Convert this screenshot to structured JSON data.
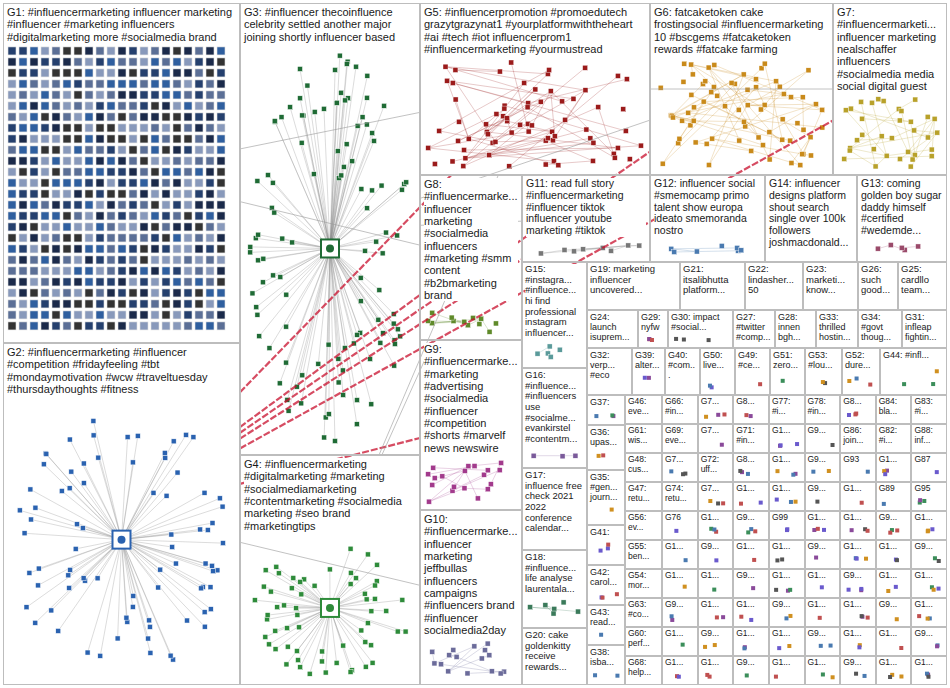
{
  "diagram": {
    "nodes": [
      {
        "text": [
          "G1: #influencermarketing influencer marketing #influencer #marketing influencers #digitalmarketing more #socialmedia brand"
        ]
      },
      {
        "text": [
          "G3: #influencer thecoinfluence celebrity settled another major joining shortly influencer based"
        ]
      },
      {
        "text": [
          "G5: #influencerpromotion #promoedutech grazytgrazynat1 #yourplatformwiththeheart #ai #tech #iot influencerprom1 #influencermarketing #yourmustread"
        ]
      },
      {
        "text": [
          "G6: fatcaketoken cake frostingsocial #influencermarketing 10 #bscgems #fatcaketoken rewards #fatcake farming"
        ]
      },
      {
        "text": [
          "G7: #influencermarketi... influencer marketing nealschaffer influencers #socialmedia media social digital guest"
        ]
      },
      {
        "text": [
          "G8: #influencermarke... influencer marketing #socialmedia influencers #marketing #smm content #b2bmarketing brand"
        ]
      },
      {
        "text": [
          "G11: read full story #influencermarketing #influencer tiktok influencer youtube marketing #tiktok"
        ]
      },
      {
        "text": [
          "G12: influencer social #smemocamp primo talent show europa ideato smemoranda nostro"
        ]
      },
      {
        "text": [
          "G14: influencer designs platform shout search single over 100k followers joshmacdonald..."
        ]
      },
      {
        "text": [
          "G13: coming golden boy sugar daddy himself #certified #wedemde..."
        ]
      },
      {
        "text": [
          "G15: #instagra... #influence... hi find professional instagram influencer..."
        ]
      },
      {
        "text": [
          "G19: marketing influencer uncovered..."
        ]
      },
      {
        "text": [
          "G21: itsalibhutta platform..."
        ]
      },
      {
        "text": [
          "G22: lindasher... 50"
        ]
      },
      {
        "text": [
          "G23: marketi... know..."
        ]
      },
      {
        "text": [
          "G26: such good..."
        ]
      },
      {
        "text": [
          "G25: cardllo team..."
        ]
      },
      {
        "text": [
          "G24: launch isuprem..."
        ]
      },
      {
        "text": [
          "G29: nyfw"
        ]
      },
      {
        "text": [
          "G30: impact #social..."
        ]
      },
      {
        "text": [
          "G27: #twitter #comp..."
        ]
      },
      {
        "text": [
          "G28: innen bgh..."
        ]
      },
      {
        "text": [
          "G33: thrilled hostin..."
        ]
      },
      {
        "text": [
          "G34: #govt thoug..."
        ]
      },
      {
        "text": [
          "G31: infleap fightin..."
        ]
      },
      {
        "text": [
          "G2: #influencermarketing #influencer #competition #fridayfeeling #tbt #mondaymotivation #wcw #traveltuesday #thursdaythoughts #fitness"
        ]
      },
      {
        "text": [
          "G4: #influencermarketing #digitalmarketing #marketing #socialmediamarketing #contentmarketing #socialmedia marketing #seo brand #marketingtips"
        ]
      },
      {
        "text": [
          "G9: #influencermarke... #marketing #advertising #socialmedia #influencer #competition #shorts #marvelf news newswire"
        ]
      },
      {
        "text": [
          "G16: #influence... #influencers use #socialme... evankirstel #contentm..."
        ]
      },
      {
        "text": [
          "G32: verp... #eco"
        ]
      },
      {
        "text": [
          "G39: alter..."
        ]
      },
      {
        "text": [
          "G40: #com..."
        ]
      },
      {
        "text": [
          "G50: live..."
        ]
      },
      {
        "text": [
          "G49: #ce..."
        ]
      },
      {
        "text": [
          "G51: zero..."
        ]
      },
      {
        "text": [
          "G53: #lou..."
        ]
      },
      {
        "text": [
          "G52: dure..."
        ]
      },
      {
        "text": [
          "G44: #infl..."
        ]
      },
      {
        "text": [
          "G10: #influencermarke... influencer marketing jeffbullas influencers campaigns #influencers brand #influencer socialmedia2day"
        ]
      },
      {
        "text": [
          "G17: influence free check 2021 2022 conference calendar..."
        ]
      },
      {
        "text": [
          "G18: #influence... life analyse laurentala..."
        ]
      },
      {
        "text": [
          "G20: cake goldenkitty receive rewards..."
        ]
      },
      {
        "text": [
          "G37:"
        ]
      },
      {
        "text": [
          "G36: upas..."
        ]
      },
      {
        "text": [
          "G35: #gen... journ..."
        ]
      },
      {
        "text": [
          "G41:"
        ]
      },
      {
        "text": [
          "G42: carol..."
        ]
      },
      {
        "text": [
          "G43: read..."
        ]
      },
      {
        "text": [
          "G38: isba..."
        ]
      },
      {
        "text": [
          "G46: eve..."
        ]
      },
      {
        "text": [
          "G61: wis..."
        ]
      },
      {
        "text": [
          "G48: cus..."
        ]
      },
      {
        "text": [
          "G47: retu..."
        ]
      },
      {
        "text": [
          "G56: ev..."
        ]
      },
      {
        "text": [
          "G55: ben..."
        ]
      },
      {
        "text": [
          "G54: mor..."
        ]
      },
      {
        "text": [
          "G63: #co..."
        ]
      },
      {
        "text": [
          "G60: perf..."
        ]
      },
      {
        "text": [
          "G68: help..."
        ]
      },
      {
        "text": [
          "G66: #in..."
        ]
      },
      {
        "text": [
          "G7..."
        ]
      },
      {
        "text": [
          "G8..."
        ]
      },
      {
        "text": [
          "G77: #i..."
        ]
      },
      {
        "text": [
          "G78: #in..."
        ]
      },
      {
        "text": [
          "G8..."
        ]
      },
      {
        "text": [
          "G84: bla..."
        ]
      },
      {
        "text": [
          "G83: #i..."
        ]
      },
      {
        "text": [
          "G69: eve..."
        ]
      },
      {
        "text": [
          "G7..."
        ]
      },
      {
        "text": [
          "G71: #in..."
        ]
      },
      {
        "text": [
          "G1..."
        ]
      },
      {
        "text": [
          "G9..."
        ]
      },
      {
        "text": [
          "G86: join..."
        ]
      },
      {
        "text": [
          "G82: #i..."
        ]
      },
      {
        "text": [
          "G88: inf..."
        ]
      },
      {
        "text": [
          "G7..."
        ]
      },
      {
        "text": [
          "G72: uff..."
        ]
      },
      {
        "text": [
          "G8..."
        ]
      },
      {
        "text": [
          "G1..."
        ]
      },
      {
        "text": [
          "G9..."
        ]
      },
      {
        "text": [
          "G93"
        ]
      },
      {
        "text": [
          "G1..."
        ]
      },
      {
        "text": [
          "G87"
        ]
      },
      {
        "text": [
          "G74: retu..."
        ]
      },
      {
        "text": [
          "G7..."
        ]
      },
      {
        "text": [
          "G1..."
        ]
      },
      {
        "text": [
          "G1..."
        ]
      },
      {
        "text": [
          "G9..."
        ]
      },
      {
        "text": [
          "G1..."
        ]
      },
      {
        "text": [
          "G89"
        ]
      },
      {
        "text": [
          "G95"
        ]
      },
      {
        "text": [
          "G76"
        ]
      },
      {
        "text": [
          "G1..."
        ]
      },
      {
        "text": [
          "G9..."
        ]
      },
      {
        "text": [
          "G99"
        ]
      },
      {
        "text": [
          "G1..."
        ]
      },
      {
        "text": [
          "G1..."
        ]
      },
      {
        "text": [
          "G9..."
        ]
      },
      {
        "text": [
          "G1..."
        ]
      },
      {
        "text": [
          "G1..."
        ]
      },
      {
        "text": [
          "G9..."
        ]
      },
      {
        "text": [
          "G1..."
        ]
      },
      {
        "text": [
          "G1..."
        ]
      },
      {
        "text": [
          "G9..."
        ]
      },
      {
        "text": [
          "G1..."
        ]
      },
      {
        "text": [
          "G1..."
        ]
      },
      {
        "text": [
          "G9..."
        ]
      },
      {
        "text": [
          "G1..."
        ]
      },
      {
        "text": [
          "G1..."
        ]
      },
      {
        "text": [
          "G9..."
        ]
      },
      {
        "text": [
          "G1..."
        ]
      },
      {
        "text": [
          "G1..."
        ]
      },
      {
        "text": [
          "G9..."
        ]
      },
      {
        "text": [
          "G1..."
        ]
      },
      {
        "text": [
          "G1..."
        ]
      },
      {
        "text": [
          "G9..."
        ]
      },
      {
        "text": [
          "G1..."
        ]
      },
      {
        "text": [
          "G1..."
        ]
      },
      {
        "text": [
          "G9..."
        ]
      },
      {
        "text": [
          "G1..."
        ]
      },
      {
        "text": [
          "G1..."
        ]
      },
      {
        "text": [
          "G9..."
        ]
      },
      {
        "text": [
          "G1..."
        ]
      },
      {
        "text": [
          "G1..."
        ]
      },
      {
        "text": [
          "G9..."
        ]
      },
      {
        "text": [
          "G1..."
        ]
      },
      {
        "text": [
          "G1..."
        ]
      },
      {
        "text": [
          "G9..."
        ]
      },
      {
        "text": [
          "G1..."
        ]
      },
      {
        "text": [
          "G1..."
        ]
      },
      {
        "text": [
          "G9..."
        ]
      },
      {
        "text": [
          "G1..."
        ]
      },
      {
        "text": [
          "G1..."
        ]
      },
      {
        "text": [
          "G9..."
        ]
      },
      {
        "text": [
          "G1..."
        ]
      },
      {
        "text": [
          "G1..."
        ]
      },
      {
        "text": [
          "G9..."
        ]
      },
      {
        "text": [
          "G1..."
        ]
      },
      {
        "text": [
          "G1..."
        ]
      }
    ],
    "edges": [
      {
        "from": 25,
        "to": 2,
        "arrow": "none"
      },
      {
        "from": 25,
        "to": 3,
        "arrow": "none"
      },
      {
        "from": 25,
        "to": 5,
        "arrow": "none"
      },
      {
        "from": 25,
        "to": 27,
        "arrow": "none"
      },
      {
        "from": 25,
        "to": 4,
        "arrow": "none"
      },
      {
        "from": 25,
        "to": 6,
        "arrow": "none"
      },
      {
        "from": 1,
        "to": 3,
        "arrow": "none"
      },
      {
        "from": 26,
        "to": 2,
        "arrow": "none"
      },
      {
        "from": 26,
        "to": 5,
        "arrow": "none"
      },
      {
        "from": 0,
        "to": 2,
        "arrow": "none"
      },
      {
        "from": 0,
        "to": 5,
        "arrow": "none"
      },
      {
        "from": 1,
        "to": 27,
        "arrow": "none"
      },
      {
        "from": 25,
        "to": 38,
        "arrow": "none"
      },
      {
        "from": 2,
        "to": 4,
        "arrow": "none"
      },
      {
        "from": 1,
        "to": 6,
        "arrow": "none"
      }
    ]
  }
}
